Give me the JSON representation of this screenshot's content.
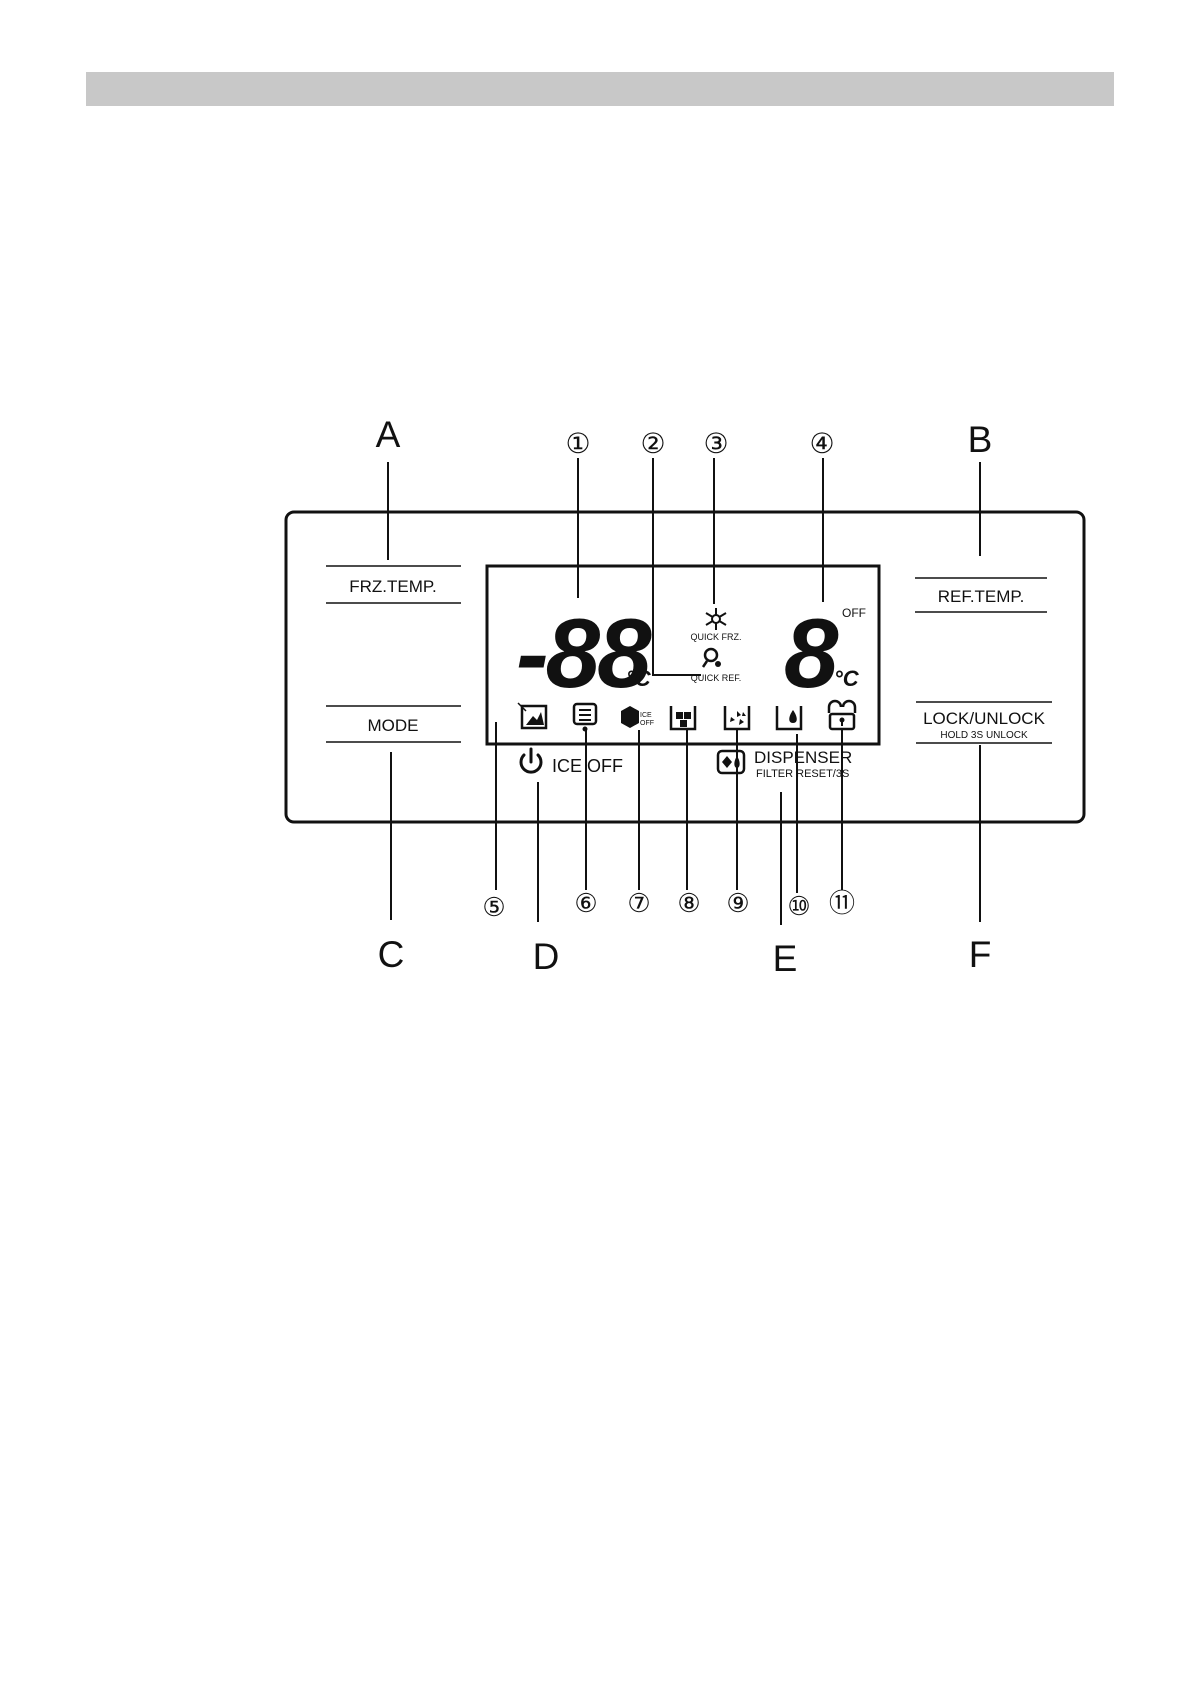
{
  "callouts": {
    "A": "A",
    "B": "B",
    "C": "C",
    "D": "D",
    "E": "E",
    "F": "F",
    "n1": "①",
    "n2": "②",
    "n3": "③",
    "n4": "④",
    "n5": "⑤",
    "n6": "⑥",
    "n7": "⑦",
    "n8": "⑧",
    "n9": "⑨",
    "n10": "⑩",
    "n11": "⑪"
  },
  "buttons": {
    "frz_temp": "FRZ.TEMP.",
    "ref_temp": "REF.TEMP.",
    "mode": "MODE",
    "lock_unlock": "LOCK/UNLOCK",
    "lock_hint": "HOLD 3S UNLOCK",
    "ice_off": "ICE OFF",
    "dispenser": "DISPENSER",
    "dispenser_hint": "FILTER RESET/3S"
  },
  "display": {
    "freezer_temp": "-88",
    "fridge_temp": "8",
    "unit": "°C",
    "off": "OFF",
    "quick_frz": "QUICK FRZ.",
    "quick_ref": "QUICK REF.",
    "ice_off_icon_text_1": "ICE",
    "ice_off_icon_text_2": "OFF"
  },
  "colors": {
    "ink": "#111111",
    "header_bar": "#c8c8c8"
  }
}
